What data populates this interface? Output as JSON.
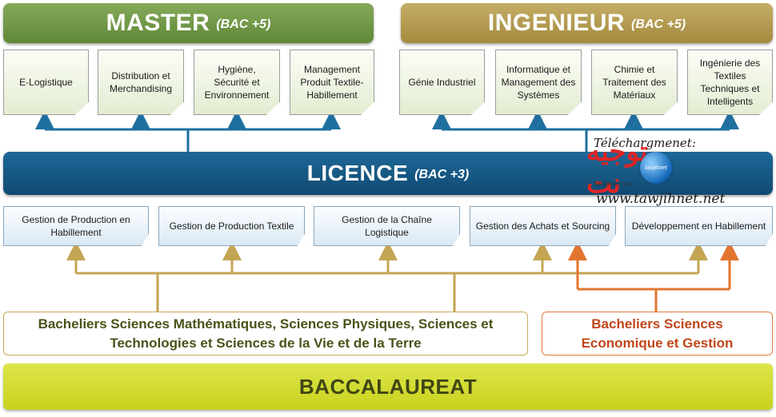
{
  "master": {
    "title": "MASTER",
    "subtitle": "(BAC +5)"
  },
  "ingenieur": {
    "title": "INGENIEUR",
    "subtitle": "(BAC +5)"
  },
  "licence": {
    "title": "LICENCE",
    "subtitle": "(BAC +3)"
  },
  "baccalaureat": {
    "title": "BACCALAUREAT"
  },
  "master_programs": [
    "E-Logistique",
    "Distribution et Merchandising",
    "Hygiène, Sécurité et Environnement",
    "Management Produit Textile-Habillement"
  ],
  "ingenieur_programs": [
    "Génie Industriel",
    "Informatique et Management des Systèmes",
    "Chimie et Traitement des Matériaux",
    "Ingénierie des Textiles Techniques et Intelligents"
  ],
  "licence_programs": [
    "Gestion de Production en Habillement",
    "Gestion de Production Textile",
    "Gestion de la Chaîne Logistique",
    "Gestion des Achats et Sourcing",
    "Développement en Habillement"
  ],
  "bacheliers": {
    "sciences": "Bacheliers Sciences Mathématiques, Sciences Physiques, Sciences et Technologies  et  Sciences de la Vie et de la Terre",
    "economie": "Bacheliers Sciences Economique et Gestion"
  },
  "watermark": {
    "download_label": "Téléchargmenet:",
    "logo_text": "توجيه نت",
    "globe_text": "tawjihnet",
    "small_text": "Tawjihnet.net",
    "url": "www.tawjihnet.net"
  },
  "colors": {
    "master": "#6f973f",
    "ingenieur": "#b39a4e",
    "licence": "#155a86",
    "baccalaureat": "#d3dc30",
    "arrow_blue": "#1e6fa0",
    "arrow_gold": "#c3a553",
    "arrow_orange": "#e2742f"
  }
}
